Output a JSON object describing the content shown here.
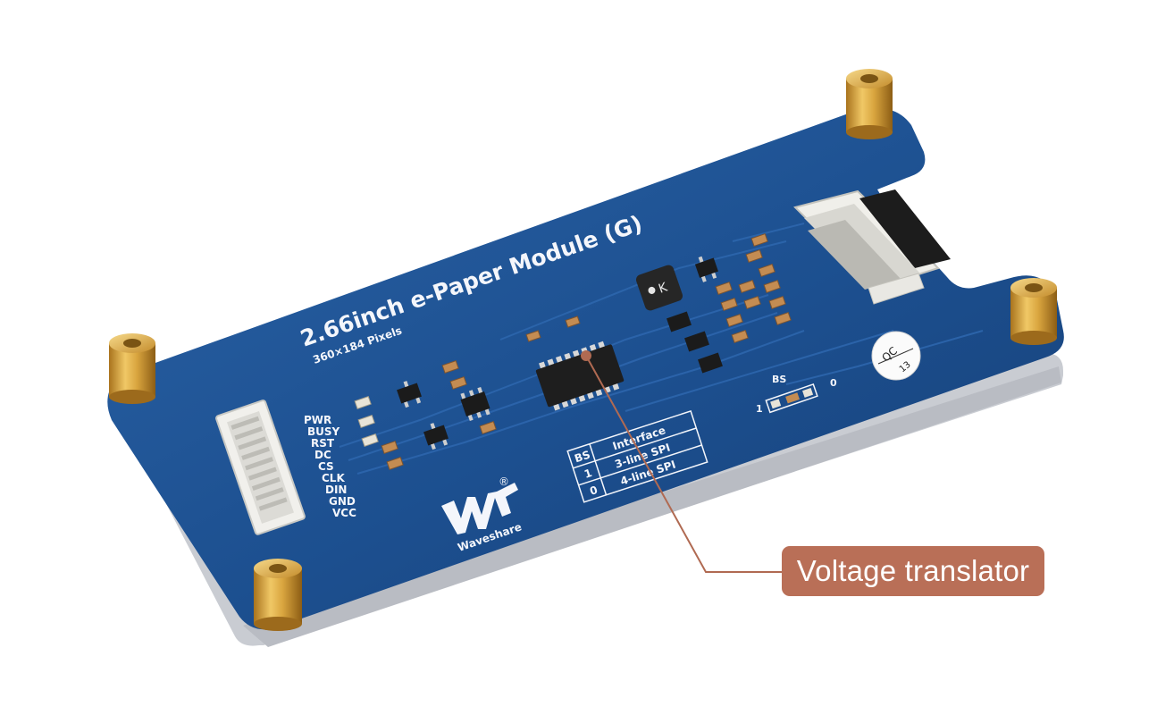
{
  "board": {
    "title": "2.66inch e-Paper Module (G)",
    "subtitle": "360×184 Pixels",
    "pins": [
      "PWR",
      "BUSY",
      "RST",
      "DC",
      "CS",
      "CLK",
      "DIN",
      "GND",
      "VCC"
    ],
    "brand": "Waveshare",
    "registered_mark": "®",
    "inductor_marking": "K",
    "qc_top": "QC",
    "qc_bottom": "13",
    "bs_label": "BS",
    "bs_one": "1",
    "bs_zero": "0",
    "table": {
      "headers": [
        "BS",
        "Interface"
      ],
      "rows": [
        [
          "1",
          "3-line SPI"
        ],
        [
          "0",
          "4-line SPI"
        ]
      ]
    }
  },
  "callout": {
    "text": "Voltage translator"
  },
  "colors": {
    "pcb": "#1c4f8f",
    "callout_bg": "#b96f57",
    "callout_line": "#b06a52",
    "brass": "#d9a53f",
    "connector": "#eeeeea"
  }
}
